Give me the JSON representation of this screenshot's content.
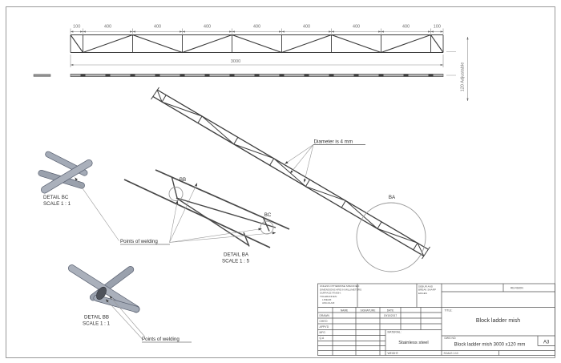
{
  "drawing": {
    "dims": {
      "segments": [
        "100",
        "400",
        "400",
        "400",
        "400",
        "400",
        "400",
        "400",
        "100"
      ],
      "overall": "3000",
      "height": "120 Adjustable"
    },
    "notes": {
      "diameter": "Diameter is 4 mm",
      "welding_top": "Points of welding",
      "welding_bottom": "Points of welding"
    },
    "details": {
      "bc": {
        "title": "DETAIL BC",
        "scale": "SCALE 1 : 1"
      },
      "ba": {
        "title": "DETAIL BA",
        "scale": "SCALE 1 : 5"
      },
      "bb": {
        "title": "DETAIL BB",
        "scale": "SCALE 1 : 1"
      }
    },
    "markers": {
      "ba": "BA",
      "bb": "BB",
      "bc": "BC"
    }
  },
  "title_block": {
    "tolerance_note_lines": [
      "UNLESS OTHERWISE SPECIFIED:",
      "DIMENSIONS ARE IN MILLIMETERS",
      "SURFACE FINISH:",
      "TOLERANCES:",
      "LINEAR:",
      "ANGULAR:"
    ],
    "debur_note_lines": [
      "DEBUR AND",
      "BREAK SHARP",
      "EDGES"
    ],
    "revision_label": "REVISION",
    "table": {
      "headers": [
        "NAME",
        "SIGNATURE",
        "DATE"
      ],
      "rows": [
        {
          "label": "DRAWN",
          "date": "19/10/2017"
        },
        {
          "label": "CHK'D",
          "date": ""
        },
        {
          "label": "APPV'D",
          "date": ""
        },
        {
          "label": "MFG",
          "date": ""
        },
        {
          "label": "Q.A",
          "date": ""
        }
      ]
    },
    "material_label": "MATERIAL:",
    "material_value": "Stainless steel",
    "weight_label": "WEIGHT:",
    "title_label": "TITLE:",
    "title_value": "Block ladder mish",
    "dwg_label": "DWG NO.",
    "dwg_value": "Block ladder mish  3000 x120 mm",
    "size_value": "A3",
    "scale_label": "SCALE:1:10"
  },
  "colors": {
    "part_line": "#3d3d3d",
    "dim_line": "#8f8f8f",
    "tube_fill": "#a8aeb9",
    "sheet_border": "#999999"
  }
}
